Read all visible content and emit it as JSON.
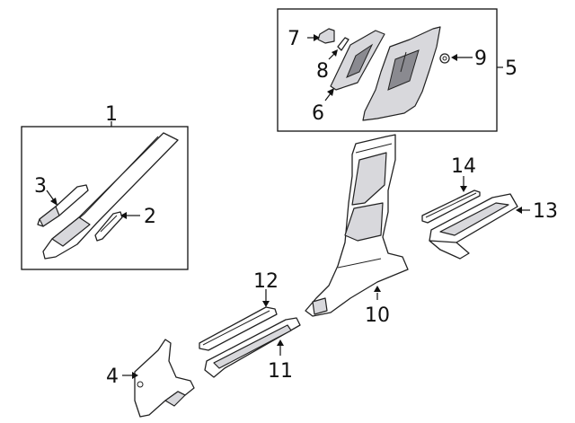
{
  "callouts": {
    "c1": "1",
    "c2": "2",
    "c3": "3",
    "c4": "4",
    "c5": "5",
    "c6": "6",
    "c7": "7",
    "c8": "8",
    "c9": "9",
    "c10": "10",
    "c11": "11",
    "c12": "12",
    "c13": "13",
    "c14": "14"
  },
  "colors": {
    "line": "#222222",
    "fill_light": "#ffffff",
    "fill_shade": "#d8d8dc",
    "fill_dark": "#8a8a90"
  }
}
